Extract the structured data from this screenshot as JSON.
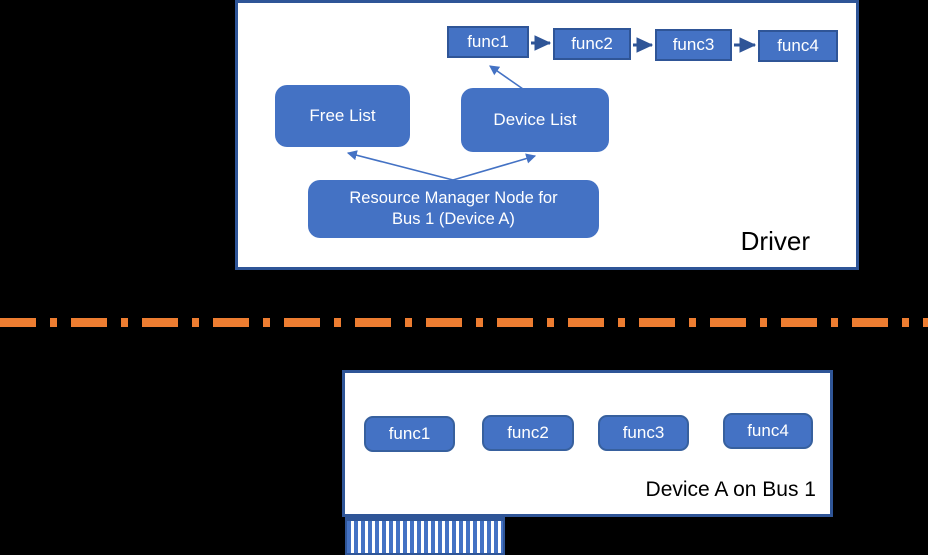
{
  "diagram": {
    "title": "Driver and Device resource-manager relationship diagram",
    "colors": {
      "node_fill": "#4472C4",
      "node_border": "#2F5597",
      "panel_border": "#2F5597",
      "separator": "#ED7D31",
      "background": "#000000",
      "panel_background": "#ffffff",
      "text_on_node": "#ffffff",
      "text_on_panel": "#000000",
      "connector_line": "#4472C4"
    },
    "driver_panel": {
      "title": "Driver",
      "func_chain": [
        {
          "label": "func1"
        },
        {
          "label": "func2"
        },
        {
          "label": "func3"
        },
        {
          "label": "func4"
        }
      ],
      "nodes": {
        "free_list": "Free List",
        "device_list": "Device List",
        "resource_manager_line1": "Resource Manager Node for",
        "resource_manager_line2": "Bus 1 (Device A)"
      }
    },
    "separator": {
      "style": "dash-dot",
      "color": "#ED7D31"
    },
    "device_panel": {
      "title": "Device A on Bus 1",
      "functions": [
        {
          "label": "func1"
        },
        {
          "label": "func2"
        },
        {
          "label": "func3"
        },
        {
          "label": "func4"
        }
      ],
      "connector": {
        "name": "edge-connector-pins",
        "style": "striped"
      }
    }
  }
}
